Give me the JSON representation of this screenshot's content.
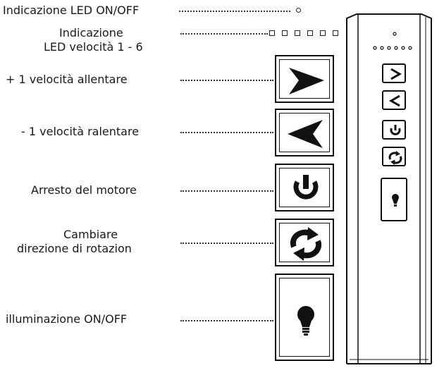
{
  "labels": {
    "led_on_off": "Indicazione LED ON/OFF",
    "led_speed_line1": "Indicazione",
    "led_speed_line2": "LED velocità 1 - 6",
    "speed_up": "+ 1 velocità  allentare",
    "speed_down": "- 1 velocità ralentare",
    "motor_stop": "Arresto del motore",
    "direction_line1": "Cambiare",
    "direction_line2": "direzione di rotazion",
    "light": "illuminazione ON/OFF"
  },
  "icons": {
    "speed_up": "arrow-right-icon",
    "speed_down": "arrow-left-icon",
    "motor_stop": "power-icon",
    "direction": "rotate-icon",
    "light": "light-bulb-icon"
  },
  "led_speed_count": 6,
  "colors": {
    "ink": "#111111",
    "background": "#ffffff"
  }
}
